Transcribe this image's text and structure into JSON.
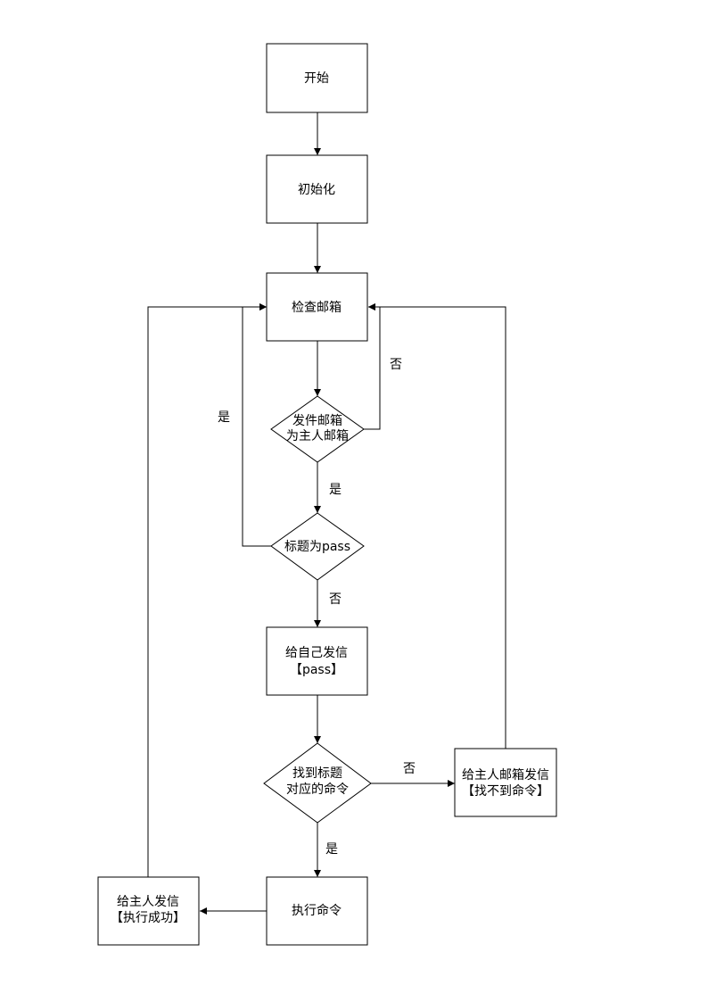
{
  "nodes": {
    "start": {
      "lines": [
        "开始"
      ]
    },
    "init": {
      "lines": [
        "初始化"
      ]
    },
    "check_mail": {
      "lines": [
        "检查邮箱"
      ]
    },
    "sender_is_owner": {
      "lines": [
        "发件邮箱",
        "为主人邮箱"
      ]
    },
    "title_is_pass": {
      "lines": [
        "标题为pass"
      ]
    },
    "send_self": {
      "lines": [
        "给自己发信",
        "【pass】"
      ]
    },
    "find_command": {
      "lines": [
        "找到标题",
        "对应的命令"
      ]
    },
    "notify_not_found": {
      "lines": [
        "给主人邮箱发信",
        "【找不到命令】"
      ]
    },
    "execute": {
      "lines": [
        "执行命令"
      ]
    },
    "notify_success": {
      "lines": [
        "给主人发信",
        "【执行成功】"
      ]
    }
  },
  "edge_labels": {
    "sender_no": "否",
    "sender_yes": "是",
    "title_yes": "是",
    "title_no": "否",
    "find_no": "否",
    "find_yes": "是"
  }
}
